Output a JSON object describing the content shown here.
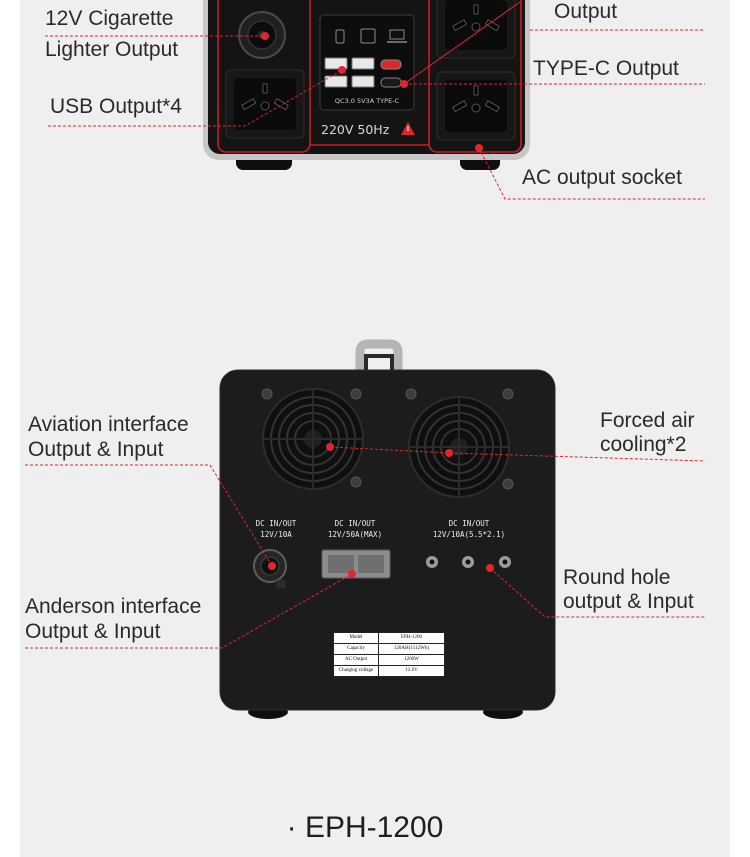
{
  "front_callouts": {
    "cigarette_lighter": [
      "12V Cigarette",
      "Lighter Output"
    ],
    "usb": "USB Output*4",
    "ac_output": "Output",
    "type_c": "TYPE-C Output",
    "ac_socket": "AC output socket"
  },
  "front_panel": {
    "usb_panel_label": "QC3.0 5V3A TYPE-C",
    "voltage_label": "220V 50Hz"
  },
  "back_callouts": {
    "aviation": [
      "Aviation interface",
      "Output & Input"
    ],
    "cooling": [
      "Forced air",
      "cooling*2"
    ],
    "anderson": [
      "Anderson interface",
      "Output & Input"
    ],
    "round_hole": [
      "Round hole",
      "output & Input"
    ]
  },
  "back_panel": {
    "ports": [
      {
        "title": "DC IN/OUT",
        "spec": "12V/10A"
      },
      {
        "title": "DC IN/OUT",
        "spec": "12V/50A(MAX)"
      },
      {
        "title": "DC IN/OUT",
        "spec": "12V/10A(5.5*2.1)"
      }
    ],
    "spec_table": [
      [
        "Model",
        "EPH-1200"
      ],
      [
        "Capacity",
        "120AH(1512Wh)"
      ],
      [
        "AC Output",
        "1200W"
      ],
      [
        "Charging voltage",
        "12.6V"
      ]
    ]
  },
  "caption": "· EPH-1200",
  "colors": {
    "accent": "#e3262c",
    "background": "#efefef",
    "device": "#1b1b1b"
  },
  "icons": [
    "phone-icon",
    "tablet-icon",
    "laptop-icon",
    "warning-icon",
    "fan-icon",
    "screw-icon"
  ]
}
